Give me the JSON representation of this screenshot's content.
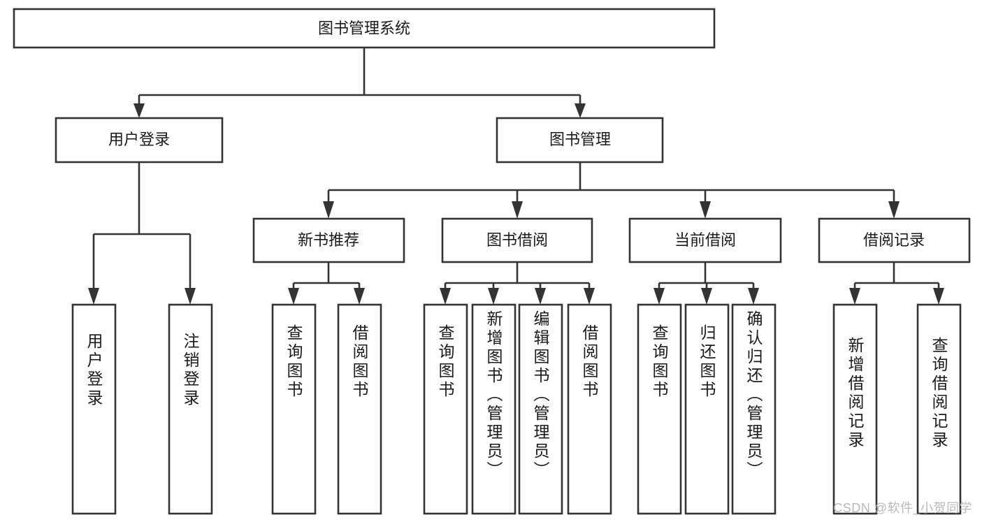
{
  "diagram": {
    "type": "tree-hierarchy",
    "title": "图书管理系统",
    "watermark": "CSDN @软件_小贺同学",
    "colors": {
      "background": "#ffffff",
      "box_fill": "#ffffff",
      "box_stroke": "#333333",
      "text": "#1a1a1a",
      "watermark": "#b9b9b9"
    },
    "levels": {
      "level1": [
        {
          "id": "root",
          "label": "图书管理系统"
        }
      ],
      "level2": [
        {
          "id": "user-login",
          "label": "用户登录",
          "parent": "root"
        },
        {
          "id": "book-manage",
          "label": "图书管理",
          "parent": "root"
        }
      ],
      "level3": [
        {
          "id": "new-book-rec",
          "label": "新书推荐",
          "parent": "book-manage"
        },
        {
          "id": "book-borrow",
          "label": "图书借阅",
          "parent": "book-manage"
        },
        {
          "id": "current-borrow",
          "label": "当前借阅",
          "parent": "book-manage"
        },
        {
          "id": "borrow-record",
          "label": "借阅记录",
          "parent": "book-manage"
        }
      ],
      "leaves": [
        {
          "id": "leaf-user-login",
          "label": "用户登录",
          "parent": "user-login"
        },
        {
          "id": "leaf-user-logout",
          "label": "注销登录",
          "parent": "user-login"
        },
        {
          "id": "leaf-query-book-1",
          "label": "查询图书",
          "parent": "new-book-rec"
        },
        {
          "id": "leaf-borrow-book-1",
          "label": "借阅图书",
          "parent": "new-book-rec"
        },
        {
          "id": "leaf-query-book-2",
          "label": "查询图书",
          "parent": "book-borrow"
        },
        {
          "id": "leaf-add-book",
          "label": "新增图书（管理员）",
          "parent": "book-borrow"
        },
        {
          "id": "leaf-edit-book",
          "label": "编辑图书（管理员）",
          "parent": "book-borrow"
        },
        {
          "id": "leaf-borrow-book-2",
          "label": "借阅图书",
          "parent": "book-borrow"
        },
        {
          "id": "leaf-query-book-3",
          "label": "查询图书",
          "parent": "current-borrow"
        },
        {
          "id": "leaf-return-book",
          "label": "归还图书",
          "parent": "current-borrow"
        },
        {
          "id": "leaf-confirm-return",
          "label": "确认归还（管理员）",
          "parent": "current-borrow"
        },
        {
          "id": "leaf-add-record",
          "label": "新增借阅记录",
          "parent": "borrow-record"
        },
        {
          "id": "leaf-query-record",
          "label": "查询借阅记录",
          "parent": "borrow-record"
        }
      ]
    }
  }
}
